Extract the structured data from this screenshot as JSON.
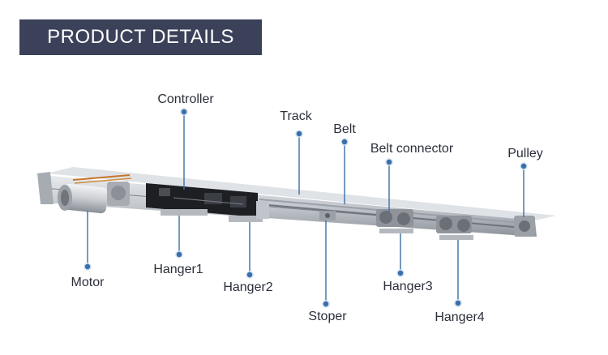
{
  "banner": {
    "title": "PRODUCT DETAILS"
  },
  "callouts": {
    "controller": "Controller",
    "track": "Track",
    "belt": "Belt",
    "belt_connector": "Belt connector",
    "pulley": "Pulley",
    "motor": "Motor",
    "hanger1": "Hanger1",
    "hanger2": "Hanger2",
    "stoper": "Stoper",
    "hanger3": "Hanger3",
    "hanger4": "Hanger4"
  },
  "colors": {
    "banner_bg": "#3b4159",
    "leader": "#3a6fa8",
    "track_metal": "#b9bdc4"
  }
}
